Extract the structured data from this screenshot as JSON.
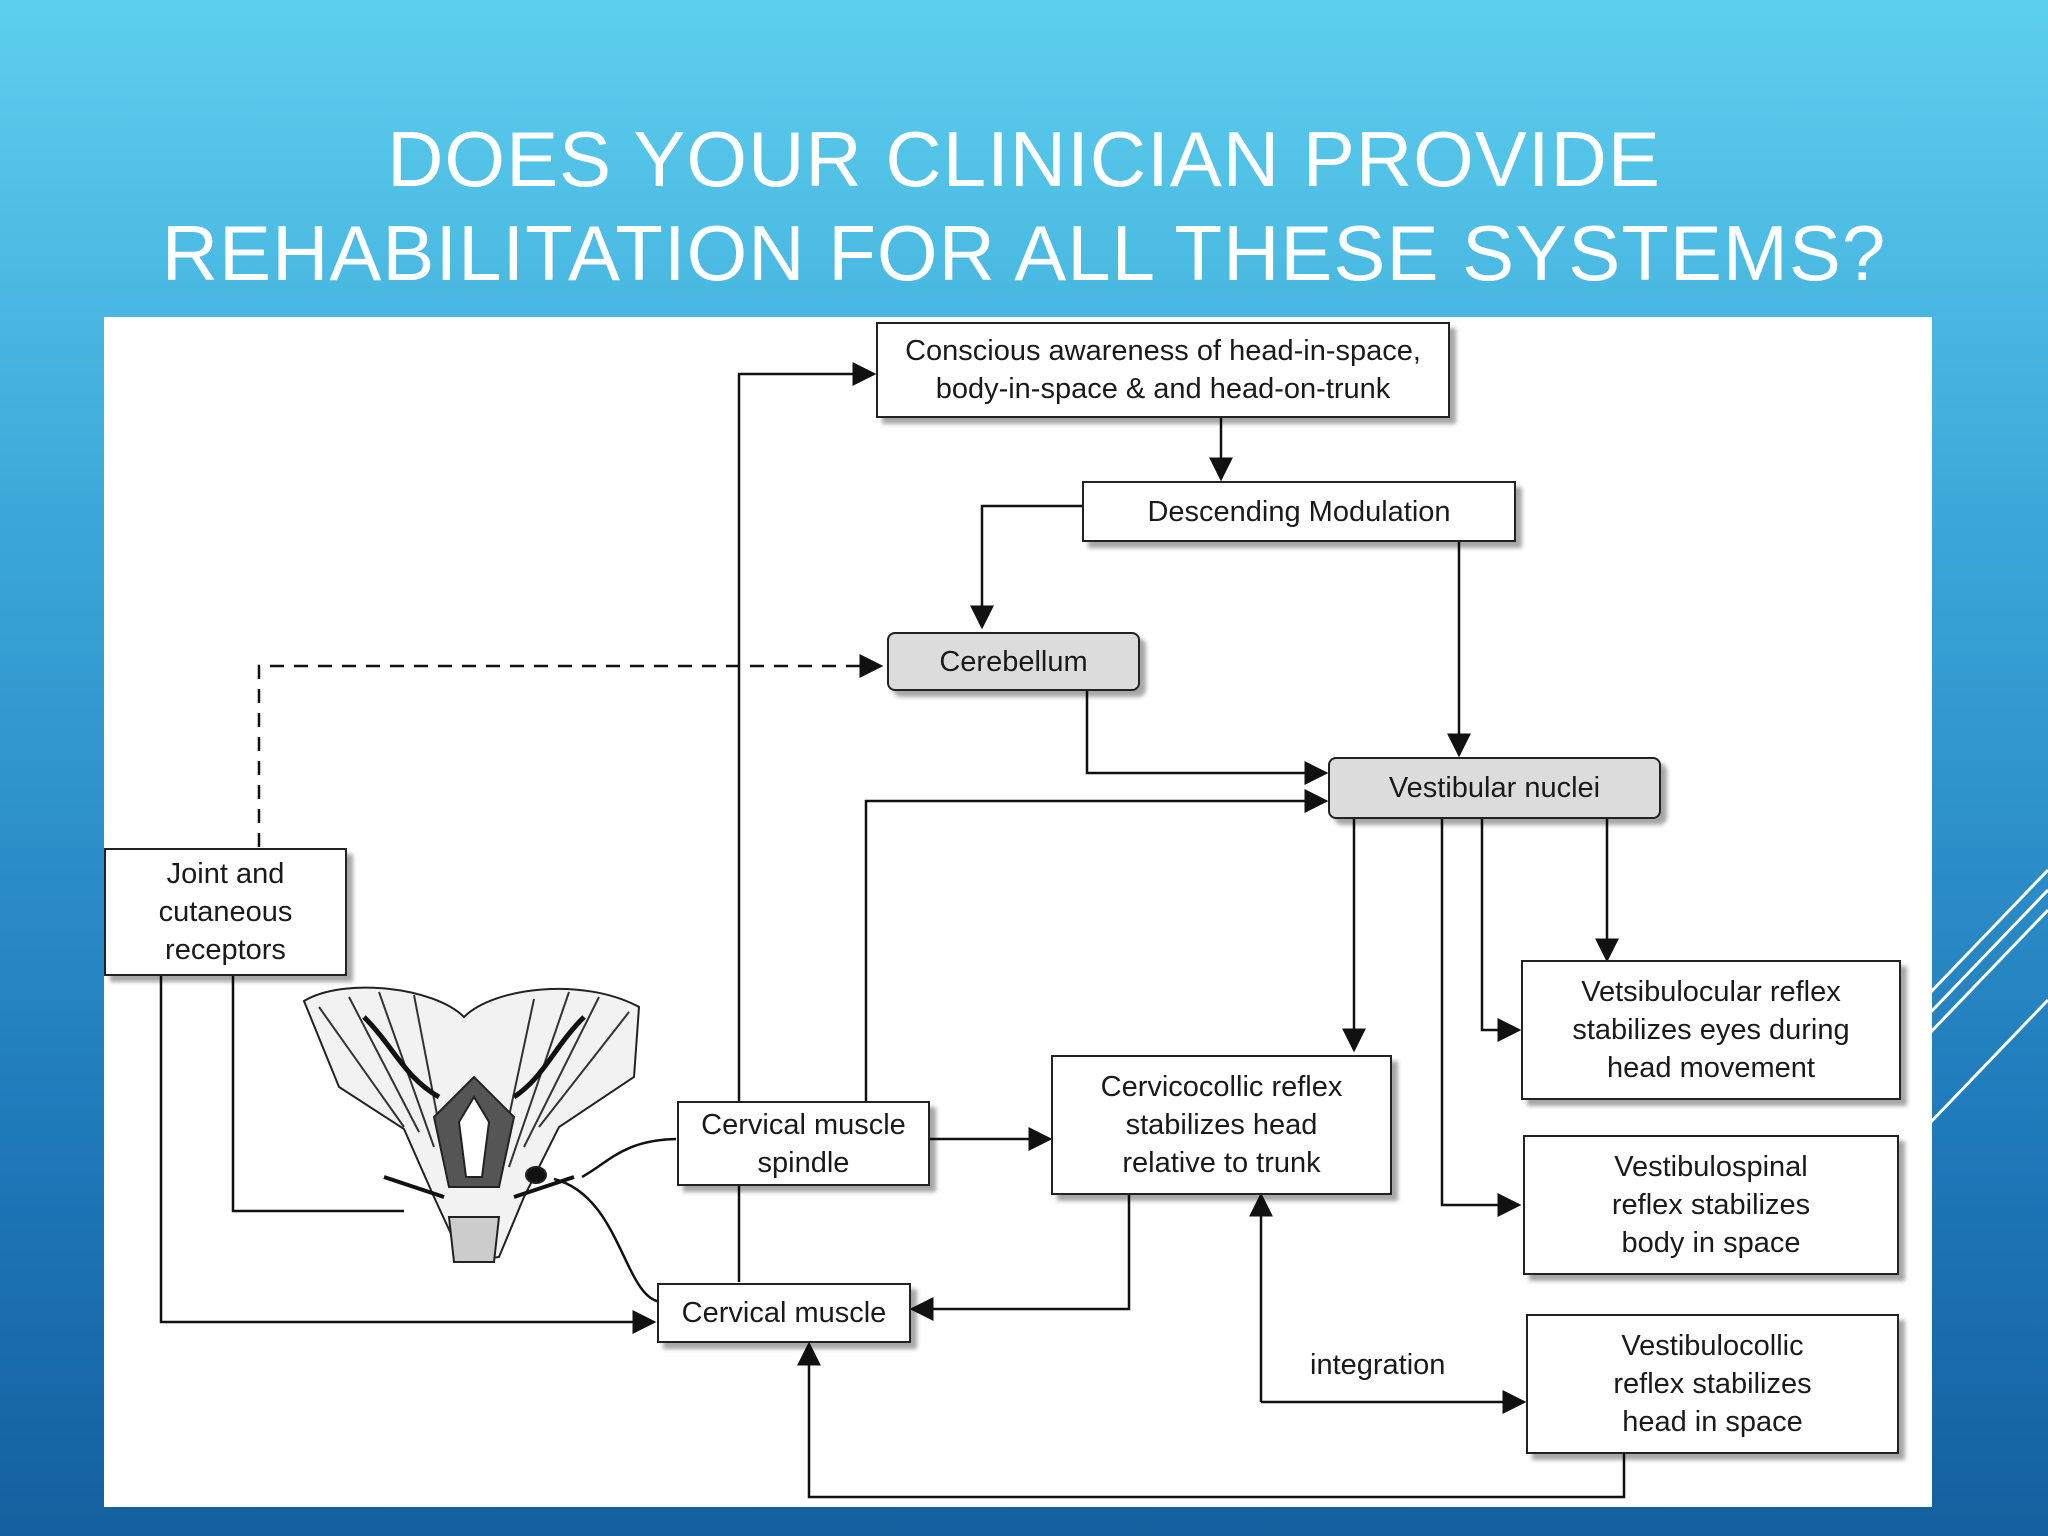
{
  "slide": {
    "title_line1": "DOES YOUR CLINICIAN PROVIDE",
    "title_line2": "REHABILITATION FOR ALL THESE SYSTEMS?"
  },
  "diagram": {
    "boxes": {
      "conscious_awareness": "Conscious awareness of head-in-space,\nbody-in-space & and head-on-trunk",
      "descending_modulation": "Descending Modulation",
      "cerebellum": "Cerebellum",
      "vestibular_nuclei": "Vestibular nuclei",
      "joint_receptors": "Joint and\ncutaneous\nreceptors",
      "cervical_muscle_spindle": "Cervical  muscle\nspindle",
      "cervicocollic_reflex": "Cervicocollic reflex\nstabilizes head\nrelative to trunk",
      "vestibulocular_reflex": "Vetsibulocular reflex\nstabilizes eyes during\nhead movement",
      "vestibulospinal_reflex": "Vestibulospinal\nreflex stabilizes\nbody in space",
      "vestibulocollic_reflex": "Vestibulocollic\nreflex stabilizes\nhead in space",
      "cervical_muscle": "Cervical  muscle"
    },
    "integration_label": "integration"
  },
  "colors": {
    "background_top": "#5dcfee",
    "background_bottom": "#14609f",
    "title_text": "#ffffff",
    "gray_box": "#dcdcdc"
  }
}
